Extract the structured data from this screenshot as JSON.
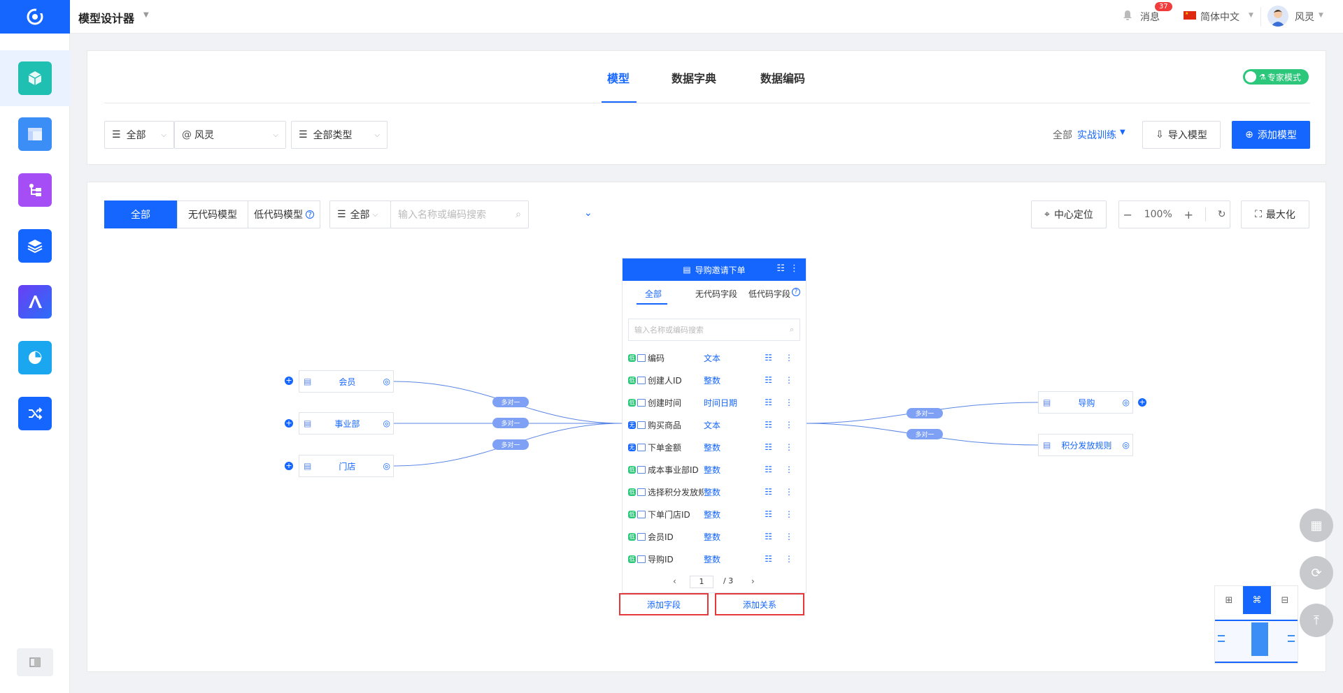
{
  "header": {
    "app_title": "模型设计器",
    "messages_label": "消息",
    "messages_count": "37",
    "language": "简体中文",
    "user_name": "风灵"
  },
  "sidebar": {
    "items": [
      {
        "icon": "cube-icon",
        "color": "#1fc0b2"
      },
      {
        "icon": "layout-icon",
        "color": "#3a8ef6"
      },
      {
        "icon": "flow-icon",
        "color": "#a54ef5"
      },
      {
        "icon": "layers-icon",
        "color": "#1466ff"
      },
      {
        "icon": "ai-icon",
        "color": "#5b3ef5"
      },
      {
        "icon": "pie-chart-icon",
        "color": "#1aa7f0"
      },
      {
        "icon": "shuffle-icon",
        "color": "#1466ff"
      }
    ]
  },
  "top_tabs": [
    {
      "label": "模型",
      "active": true
    },
    {
      "label": "数据字典",
      "active": false
    },
    {
      "label": "数据编码",
      "active": false
    }
  ],
  "expert_mode": "专家模式",
  "filters": {
    "scope": "全部",
    "owner": "风灵",
    "type": "全部类型"
  },
  "env": {
    "label": "全部",
    "value": "实战训练"
  },
  "buttons": {
    "import": "导入模型",
    "add": "添加模型"
  },
  "model_tabs": [
    "全部",
    "无代码模型",
    "低代码模型"
  ],
  "search": {
    "scope": "全部",
    "placeholder": "输入名称或编码搜索"
  },
  "canvas_tools": {
    "center": "中心定位",
    "zoom": "100%",
    "maximize": "最大化"
  },
  "center_node": {
    "title": "导购邀请下单",
    "tabs": [
      "全部",
      "无代码字段",
      "低代码字段"
    ],
    "search_placeholder": "输入名称或编码搜索",
    "fields": [
      {
        "badge": "低",
        "name": "编码",
        "type": "文本"
      },
      {
        "badge": "低",
        "name": "创建人ID",
        "type": "整数"
      },
      {
        "badge": "低",
        "name": "创建时间",
        "type": "时间日期"
      },
      {
        "badge": "无",
        "name": "购买商品",
        "type": "文本"
      },
      {
        "badge": "无",
        "name": "下单金额",
        "type": "整数"
      },
      {
        "badge": "低",
        "name": "成本事业部ID",
        "type": "整数"
      },
      {
        "badge": "低",
        "name": "选择积分发放规",
        "type": "整数"
      },
      {
        "badge": "低",
        "name": "下单门店ID",
        "type": "整数"
      },
      {
        "badge": "低",
        "name": "会员ID",
        "type": "整数"
      },
      {
        "badge": "低",
        "name": "导购ID",
        "type": "整数"
      }
    ],
    "page_current": "1",
    "page_total": "/ 3",
    "add_field": "添加字段",
    "add_relation": "添加关系"
  },
  "left_nodes": [
    {
      "name": "会员",
      "relation": "多对一"
    },
    {
      "name": "事业部",
      "relation": "多对一"
    },
    {
      "name": "门店",
      "relation": "多对一"
    }
  ],
  "right_nodes": [
    {
      "name": "导购",
      "relation": "多对一"
    },
    {
      "name": "积分发放规则",
      "relation": "多对一"
    }
  ],
  "colors": {
    "primary": "#1466ff",
    "danger": "#e5383b"
  }
}
